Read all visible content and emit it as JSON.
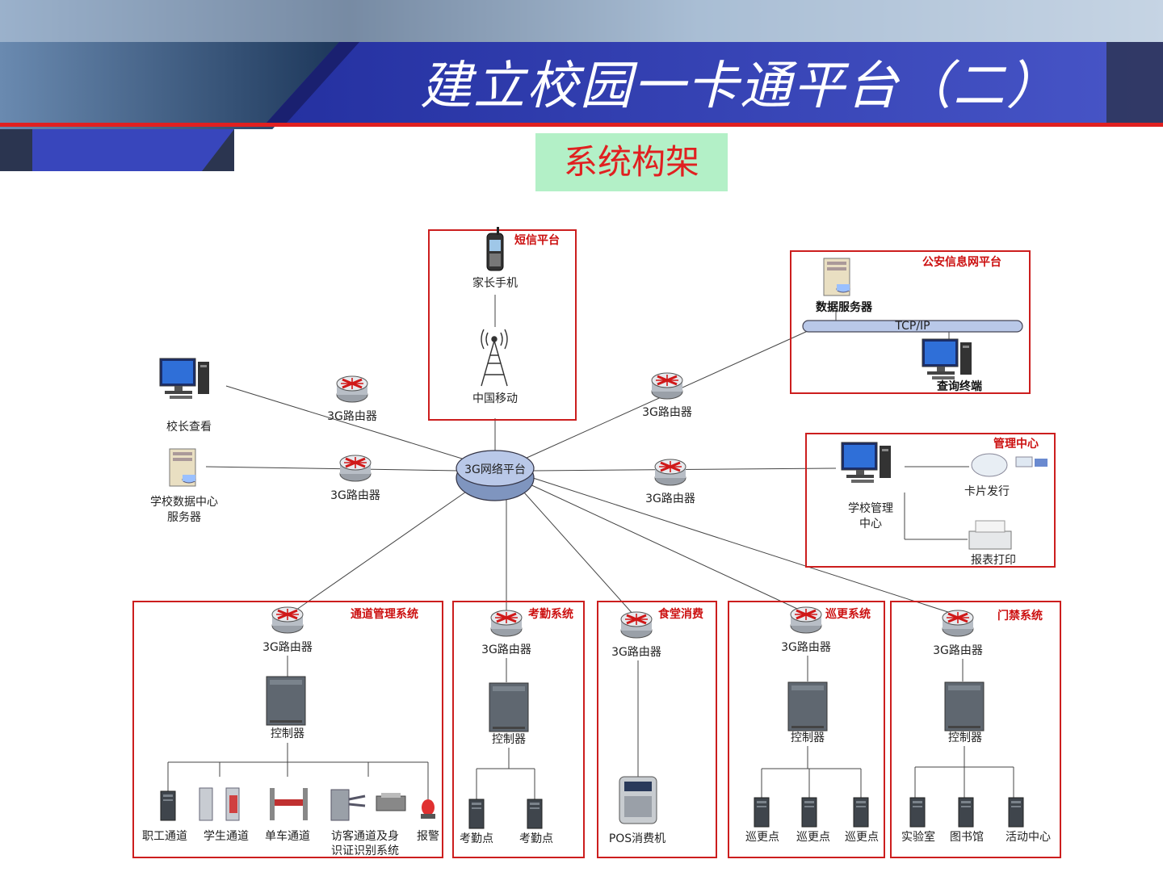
{
  "slide": {
    "title": "建立校园一卡通平台（二）",
    "subtitle": "系统构架",
    "accent_color": "#2d3aa8",
    "line_color": "#e02020"
  },
  "diagram": {
    "hub": "3G网络平台",
    "router_label": "3G路由器",
    "left": {
      "principal_terminal": "校长查看",
      "school_server_line1": "学校数据中心",
      "school_server_line2": "服务器"
    },
    "sms_platform": {
      "title": "短信平台",
      "parent_phone": "家长手机",
      "carrier": "中国移动"
    },
    "police_platform": {
      "title": "公安信息网平台",
      "data_server": "数据服务器",
      "bus": "TCP/IP",
      "query_terminal": "查询终端"
    },
    "management_center": {
      "title": "管理中心",
      "school_mgmt_line1": "学校管理",
      "school_mgmt_line2": "中心",
      "card_issue": "卡片发行",
      "report_print": "报表打印"
    },
    "controller": "控制器",
    "channel_system": {
      "title": "通道管理系统",
      "staff": "职工通道",
      "student": "学生通道",
      "bicycle": "单车通道",
      "visitor_line1": "访客通道及身",
      "visitor_line2": "识证识别系统",
      "alarm": "报警"
    },
    "attendance_system": {
      "title": "考勤系统",
      "point": "考勤点"
    },
    "canteen": {
      "title": "食堂消费",
      "pos": "POS消费机"
    },
    "patrol_system": {
      "title": "巡更系统",
      "point": "巡更点"
    },
    "access_system": {
      "title": "门禁系统",
      "lab": "实验室",
      "library": "图书馆",
      "activity": "活动中心"
    }
  }
}
